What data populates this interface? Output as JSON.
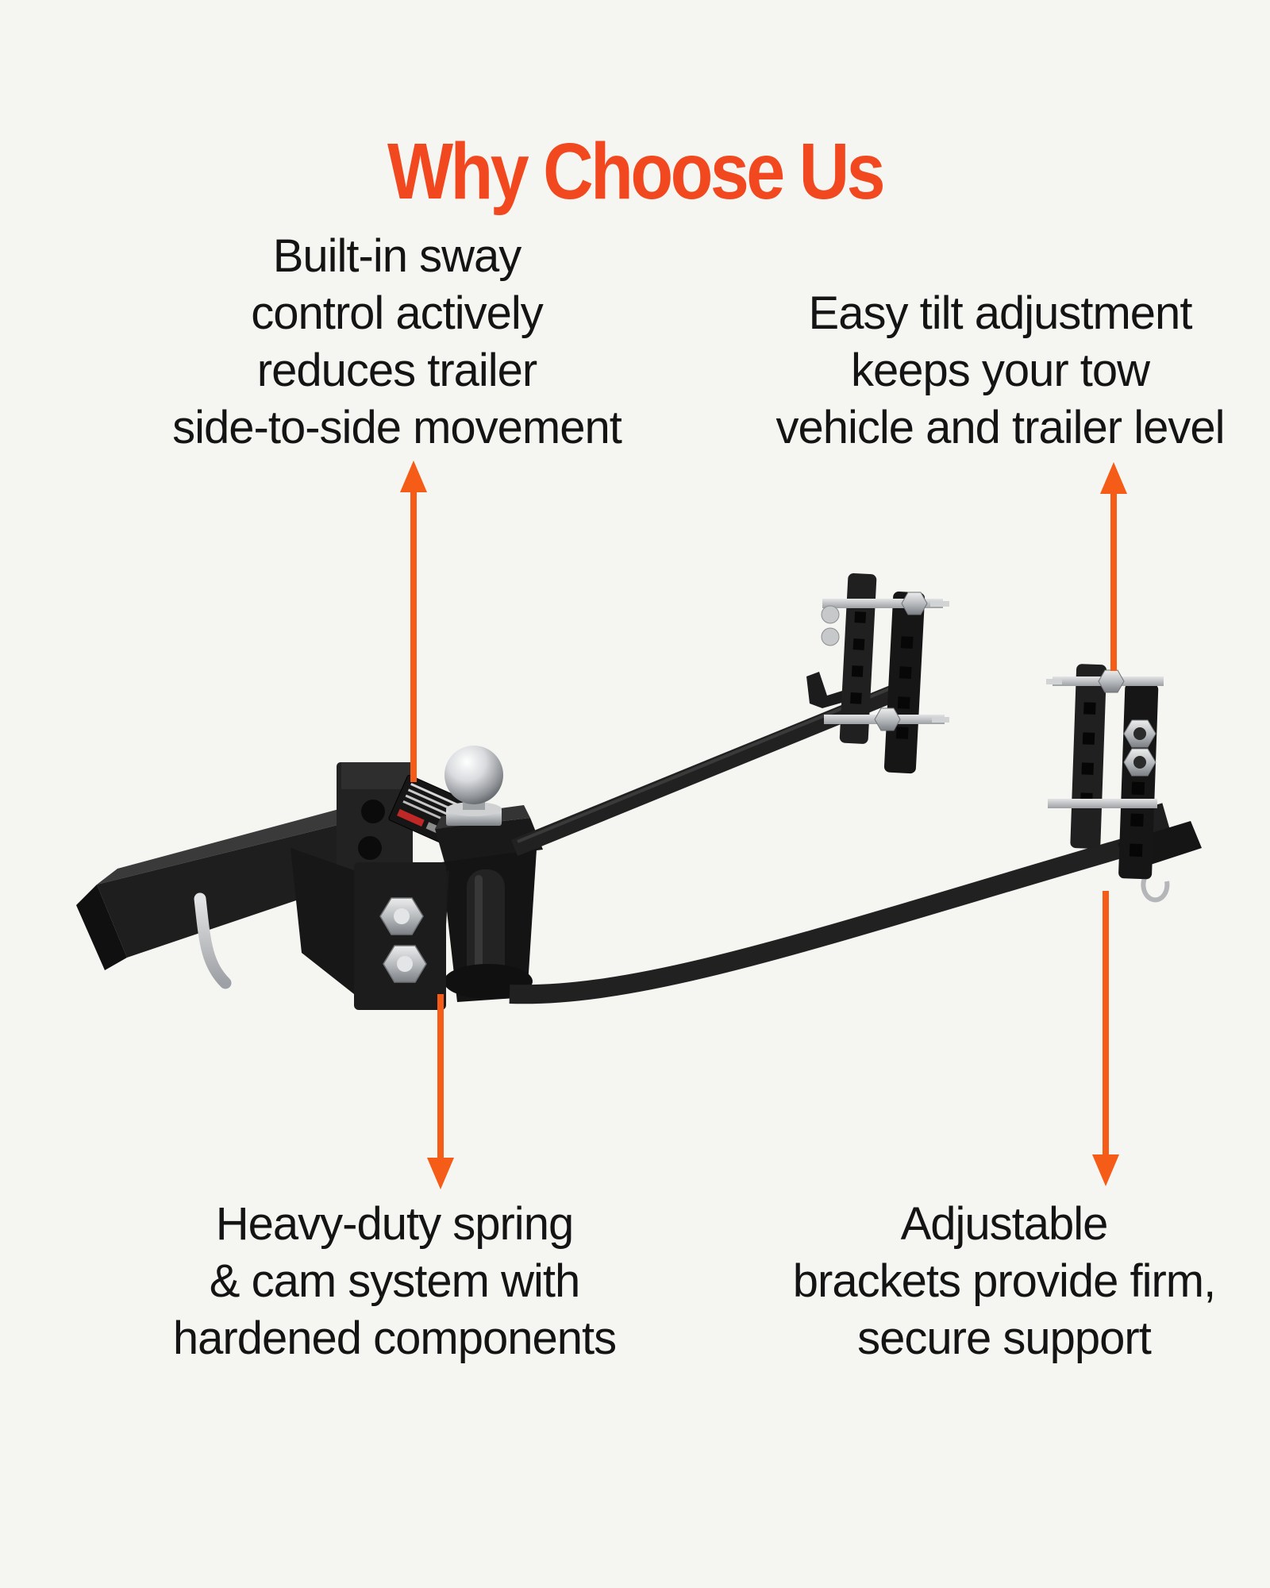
{
  "page": {
    "title": "Why Choose Us"
  },
  "features": [
    {
      "id": "sway-control",
      "text": "Built-in sway\ncontrol actively\nreduces trailer\nside-to-side movement"
    },
    {
      "id": "tilt-adjustment",
      "text": "Easy tilt adjustment\nkeeps your tow\nvehicle and trailer level"
    },
    {
      "id": "spring-cam",
      "text": "Heavy-duty spring\n& cam system with\nhardened components"
    },
    {
      "id": "brackets",
      "text": "Adjustable\nbrackets provide firm,\nsecure support"
    }
  ],
  "colors": {
    "background": "#f5f5f2",
    "title_accent": "#f1481f",
    "arrow": "#f45c17",
    "text": "#141414"
  }
}
